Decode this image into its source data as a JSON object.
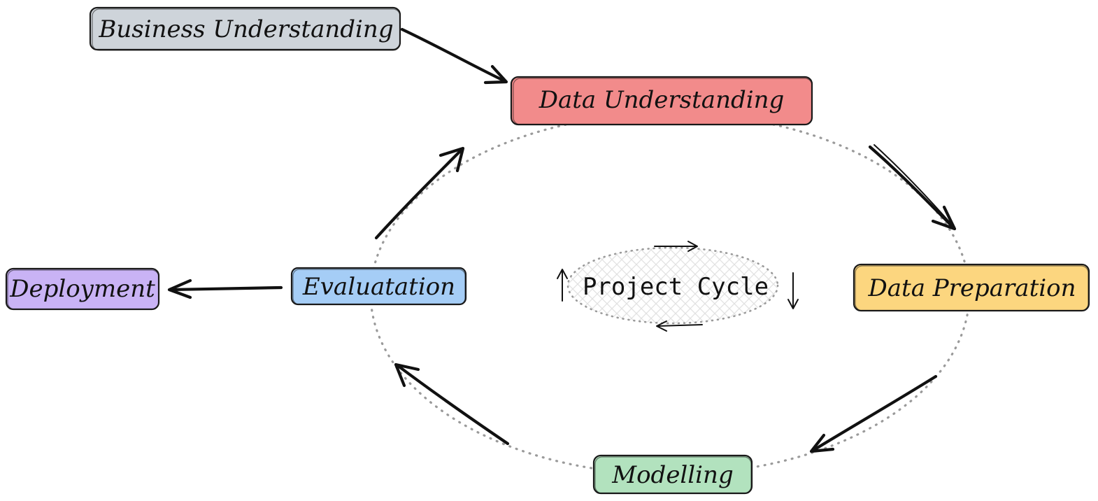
{
  "diagram": {
    "center": {
      "label": "Project Cycle",
      "hatch_color": "#e5e5e5"
    },
    "cycle_ring_color": "#9a9a9a",
    "nodes": {
      "business": {
        "label": "Business Understanding",
        "fill": "#ced4da"
      },
      "data_understanding": {
        "label": "Data Understanding",
        "fill": "#f28b8b"
      },
      "data_preparation": {
        "label": "Data Preparation",
        "fill": "#fcd67f"
      },
      "modelling": {
        "label": "Modelling",
        "fill": "#b2e2be"
      },
      "evaluation": {
        "label": "Evaluatation",
        "fill": "#a5cdf6"
      },
      "deployment": {
        "label": "Deployment",
        "fill": "#c9b3f5"
      }
    }
  }
}
